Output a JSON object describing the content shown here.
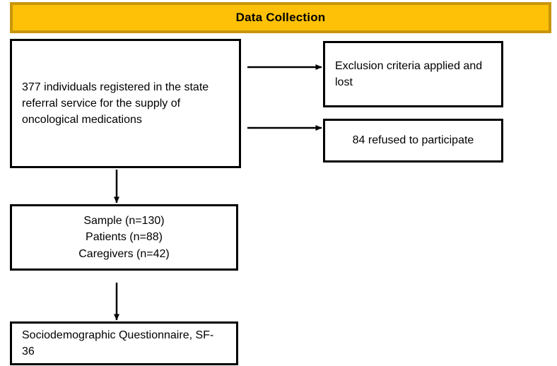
{
  "header": {
    "title": "Data Collection",
    "fill_color": "#FFC107",
    "border_color": "#C8960C",
    "text_color": "#000000"
  },
  "diagram": {
    "background_color": "#FFFFFF",
    "node_border_color": "#000000",
    "connector_color": "#000000",
    "nodes": {
      "registered": {
        "text": "377 individuals registered in the state referral service for the supply of oncological medications"
      },
      "exclusion": {
        "text": "Exclusion criteria applied and lost"
      },
      "refused": {
        "text": "84 refused to participate"
      },
      "sample": {
        "line1": "Sample (n=130)",
        "line2": "Patients (n=88)",
        "line3": "Caregivers (n=42)"
      },
      "instruments": {
        "text": "Sociodemographic Questionnaire, SF-36"
      }
    },
    "connectors": [
      {
        "name": "registered-to-exclusion",
        "direction": "right"
      },
      {
        "name": "registered-to-refused",
        "direction": "right"
      },
      {
        "name": "registered-to-sample",
        "direction": "down"
      },
      {
        "name": "sample-to-instruments",
        "direction": "down"
      }
    ]
  }
}
